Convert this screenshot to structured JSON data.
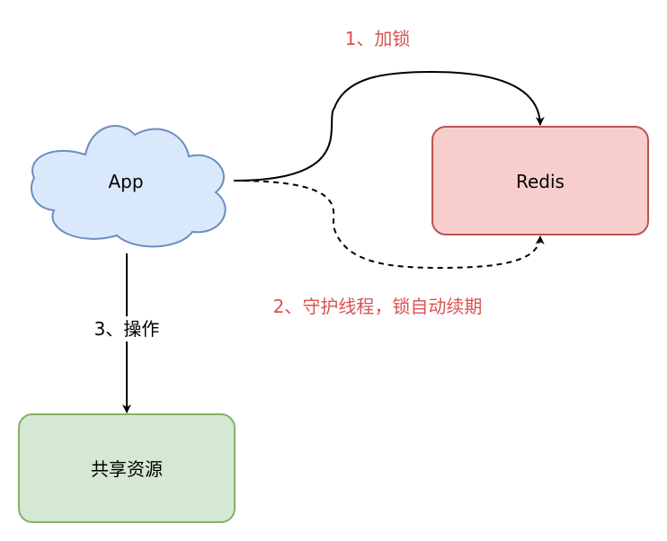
{
  "nodes": {
    "app": {
      "label": "App",
      "shape": "cloud",
      "fill": "#dae8fc",
      "stroke": "#6c8ebf"
    },
    "redis": {
      "label": "Redis",
      "shape": "rounded-rect",
      "fill": "#f8cecc",
      "stroke": "#b85450"
    },
    "shared": {
      "label": "共享资源",
      "shape": "rounded-rect",
      "fill": "#d5e8d4",
      "stroke": "#82b366"
    }
  },
  "edges": {
    "lock": {
      "from": "app",
      "to": "redis",
      "label": "1、加锁",
      "style": "solid",
      "label_color": "#d9534f"
    },
    "renew": {
      "from": "app",
      "to": "redis",
      "label": "2、守护线程，锁自动续期",
      "style": "dashed",
      "label_color": "#d9534f"
    },
    "operate": {
      "from": "app",
      "to": "shared",
      "label": "3、操作",
      "style": "solid",
      "label_color": "#000000"
    }
  }
}
